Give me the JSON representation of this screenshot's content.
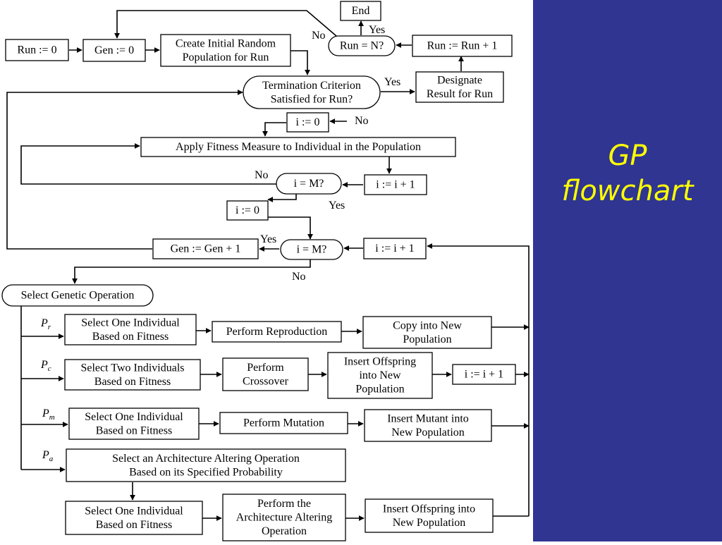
{
  "slide": {
    "title": "GP\nflowchart",
    "colors": {
      "sidebar_bg": "#2f3591",
      "title": "#ffff00",
      "diagram_bg": "#ffffff",
      "ink": "#000000"
    }
  },
  "nodes": {
    "end": [
      "End"
    ],
    "run0": [
      "Run := 0"
    ],
    "gen0": [
      "Gen := 0"
    ],
    "create_pop": [
      "Create Initial Random",
      "Population for Run"
    ],
    "run_eq_n": [
      "Run = N?"
    ],
    "run_inc": [
      "Run := Run + 1"
    ],
    "term": [
      "Termination Criterion",
      "Satisfied for Run?"
    ],
    "designate": [
      "Designate",
      "Result for Run"
    ],
    "i0_a": [
      "i := 0"
    ],
    "fitness": [
      "Apply Fitness Measure to Individual in the Population"
    ],
    "i_eq_m_a": [
      "i = M?"
    ],
    "i_inc_a": [
      "i := i + 1"
    ],
    "i0_b": [
      "i := 0"
    ],
    "gen_inc": [
      "Gen := Gen + 1"
    ],
    "i_eq_m_b": [
      "i = M?"
    ],
    "i_inc_b": [
      "i := i + 1"
    ],
    "select_op": [
      "Select Genetic Operation"
    ],
    "sel_one_r": [
      "Select One Individual",
      "Based on Fitness"
    ],
    "perf_repro": [
      "Perform Reproduction"
    ],
    "copy_new": [
      "Copy into New",
      "Population"
    ],
    "sel_two_c": [
      "Select Two Individuals",
      "Based on Fitness"
    ],
    "perf_cross": [
      "Perform",
      "Crossover"
    ],
    "insert_off_c": [
      "Insert  Offspring",
      "into New",
      "Population"
    ],
    "i_inc_c": [
      "i := i + 1"
    ],
    "sel_one_m": [
      "Select One Individual",
      "Based on Fitness"
    ],
    "perf_mut": [
      "Perform Mutation"
    ],
    "insert_mut": [
      "Insert Mutant into",
      "New Population"
    ],
    "arch_sel": [
      "Select an Architecture Altering Operation",
      "Based on its Specified Probability"
    ],
    "sel_one_a": [
      "Select One Individual",
      "Based on Fitness"
    ],
    "perf_arch": [
      "Perform the",
      "Architecture Altering",
      "Operation"
    ],
    "insert_off_a": [
      "Insert  Offspring into",
      "New Population"
    ]
  },
  "edge_labels": {
    "yes_end": "Yes",
    "no_top": "No",
    "yes_term": "Yes",
    "no_term": "No",
    "no_fit": "No",
    "yes_fit": "Yes",
    "yes_gen": "Yes",
    "no_gen": "No"
  },
  "branch_labels": {
    "reproduction": {
      "base": "P",
      "sub": "r"
    },
    "crossover": {
      "base": "P",
      "sub": "c"
    },
    "mutation": {
      "base": "P",
      "sub": "m"
    },
    "architecture": {
      "base": "P",
      "sub": "a"
    }
  }
}
